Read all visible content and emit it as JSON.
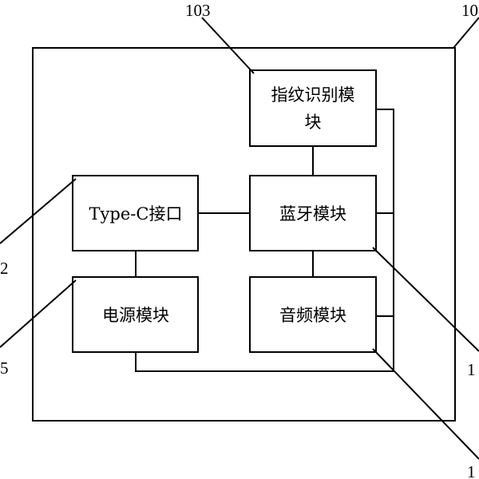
{
  "blocks": {
    "fingerprint": {
      "label_line1": "指纹识别模",
      "label_line2": "块"
    },
    "type_c": {
      "label": "Type-C接口"
    },
    "bluetooth": {
      "label": "蓝牙模块"
    },
    "power": {
      "label": "电源模块"
    },
    "audio": {
      "label": "音频模块"
    }
  },
  "reference_numerals": {
    "fingerprint": "103",
    "device": "10",
    "type_c": "2",
    "power": "5",
    "bluetooth": "1",
    "audio": "1"
  }
}
